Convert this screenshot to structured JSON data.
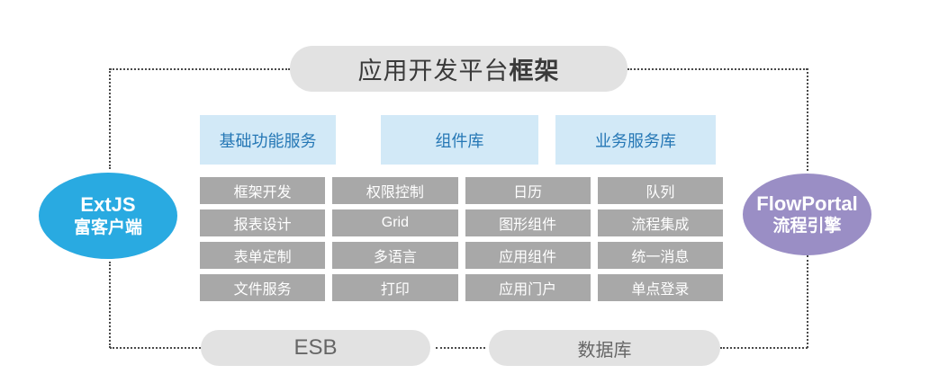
{
  "title_box": {
    "text_regular": "应用开发平台",
    "text_bold": "框架"
  },
  "headers": [
    {
      "label": "基础功能服务"
    },
    {
      "label": "组件库"
    },
    {
      "label": "业务服务库"
    }
  ],
  "grid": {
    "rows": [
      [
        "框架开发",
        "权限控制",
        "日历",
        "队列"
      ],
      [
        "报表设计",
        "Grid",
        "图形组件",
        "流程集成"
      ],
      [
        "表单定制",
        "多语言",
        "应用组件",
        "统一消息"
      ],
      [
        "文件服务",
        "打印",
        "应用门户",
        "单点登录"
      ]
    ]
  },
  "left_ellipse": {
    "line1": "ExtJS",
    "line2": "富客户端"
  },
  "right_ellipse": {
    "line1": "FlowPortal",
    "line2": "流程引擎"
  },
  "bottom_boxes": [
    {
      "label": "ESB"
    },
    {
      "label": "数据库"
    }
  ],
  "colors": {
    "left_ellipse": "#29aae1",
    "right_ellipse": "#9a8ec5",
    "header_bg": "#d2e9f7",
    "header_text": "#2577b5",
    "cell_bg": "#a8a8a8",
    "cell_text": "#ffffff",
    "pill_bg": "#e2e2e2",
    "dotted_line": "#4a4a4a"
  }
}
